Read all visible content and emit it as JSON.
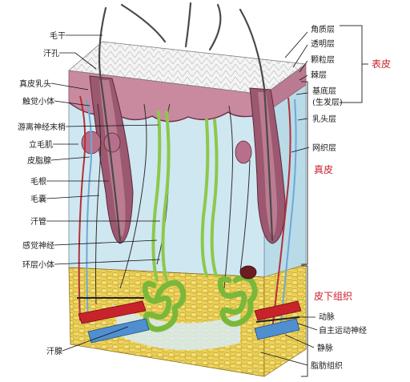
{
  "labels_left": [
    {
      "id": "hair-shaft",
      "text": "毛干"
    },
    {
      "id": "sweat-pore",
      "text": "汗孔"
    },
    {
      "id": "dermal-papilla",
      "text": "真皮乳头"
    },
    {
      "id": "tactile-corpuscle",
      "text": "触觉小体"
    },
    {
      "id": "free-nerve-endings",
      "text": "游离神经末梢"
    },
    {
      "id": "arrector-pili",
      "text": "立毛肌"
    },
    {
      "id": "sebaceous-gland",
      "text": "皮脂腺"
    },
    {
      "id": "hair-root",
      "text": "毛根"
    },
    {
      "id": "hair-follicle",
      "text": "毛囊"
    },
    {
      "id": "sweat-duct",
      "text": "汗管"
    },
    {
      "id": "sensory-nerve",
      "text": "感觉神经"
    },
    {
      "id": "lamellar-corpuscle",
      "text": "环层小体"
    },
    {
      "id": "sweat-gland",
      "text": "汗腺"
    }
  ],
  "labels_right": [
    {
      "id": "stratum-corneum",
      "text": "角质层"
    },
    {
      "id": "stratum-lucidum",
      "text": "透明层"
    },
    {
      "id": "stratum-granulosum",
      "text": "颗粒层"
    },
    {
      "id": "stratum-spinosum",
      "text": "棘层"
    },
    {
      "id": "stratum-basale",
      "text": "基底层"
    },
    {
      "id": "germinative-layer",
      "text": "(生发层)"
    },
    {
      "id": "papillary-layer",
      "text": "乳头层"
    },
    {
      "id": "reticular-layer",
      "text": "网织层"
    },
    {
      "id": "artery",
      "text": "动脉"
    },
    {
      "id": "motor-nerve",
      "text": "自主运动神经"
    },
    {
      "id": "vein",
      "text": "静脉"
    },
    {
      "id": "adipose-tissue",
      "text": "脂肪组织"
    }
  ],
  "region_labels": {
    "epidermis": "表皮",
    "dermis": "真皮",
    "hypodermis": "皮下组织"
  },
  "colors": {
    "label_red": "#c8202a",
    "epidermis_pink": "#c98aa0",
    "dermis_blue": "#cfe7f0",
    "fat_yellow": "#e6c64a",
    "gland_green": "#7ab83c",
    "artery_red": "#c8232b",
    "vein_blue": "#4f8fd0"
  }
}
